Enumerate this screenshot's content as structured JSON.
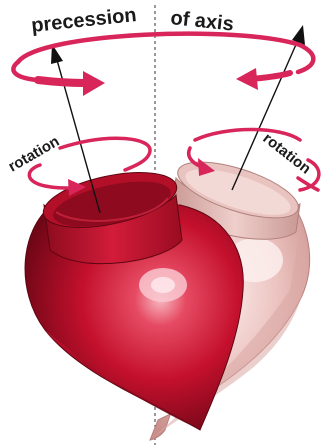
{
  "labels": {
    "precession": "precession",
    "of_axis": "of axis",
    "rotation_left": "rotation",
    "rotation_right": "rotation"
  },
  "colors": {
    "arrow_pink": "#d8265a",
    "top_dark_red": "#c8102e",
    "top_deep_red": "#7a0a1a",
    "top_ghost_pink": "#e6b0ad",
    "axis_line": "#111111",
    "dashed_vertical": "#333333"
  }
}
